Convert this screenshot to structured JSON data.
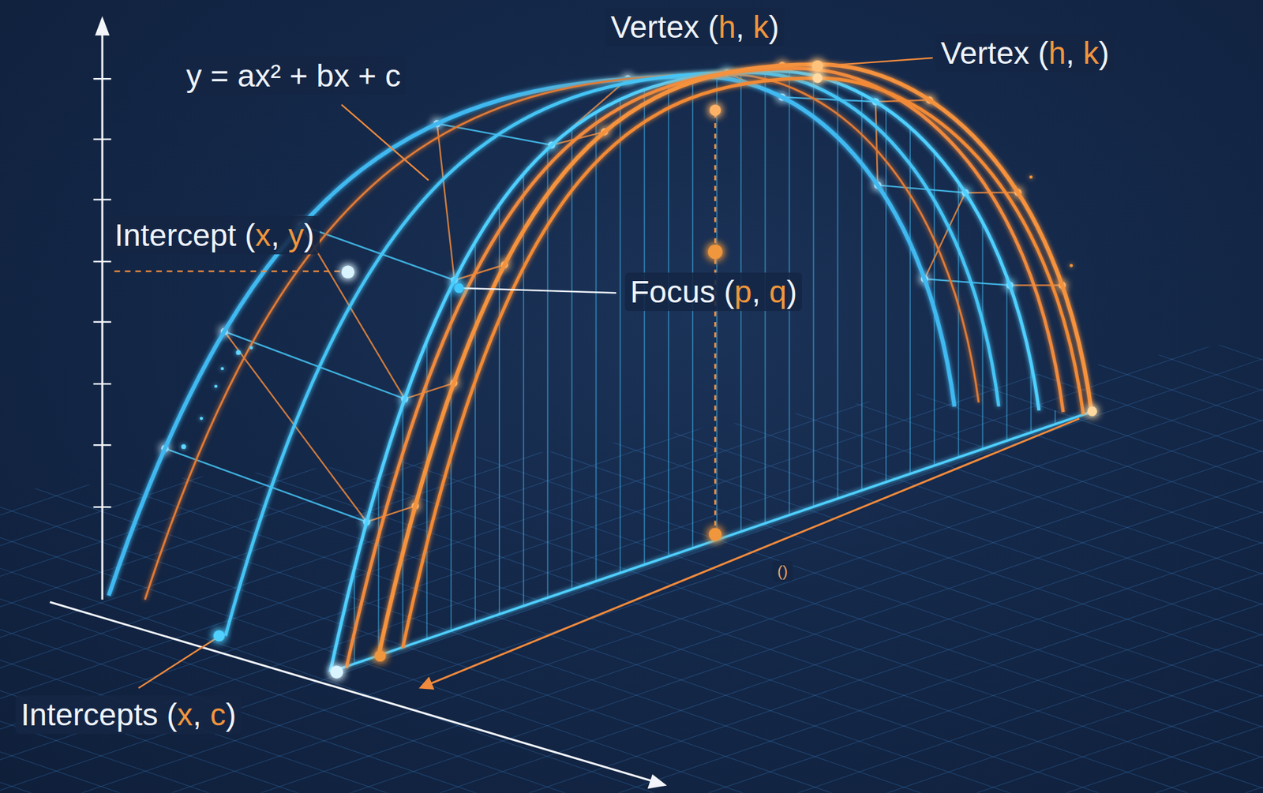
{
  "diagram": {
    "labels": [
      "Vertex (h, k)",
      "Vertex (h, k)",
      "y = ax² + bx + c",
      "Intercept (x, y)",
      "Focus (p, q)",
      "()",
      "Intercepts (x, c)"
    ]
  }
}
